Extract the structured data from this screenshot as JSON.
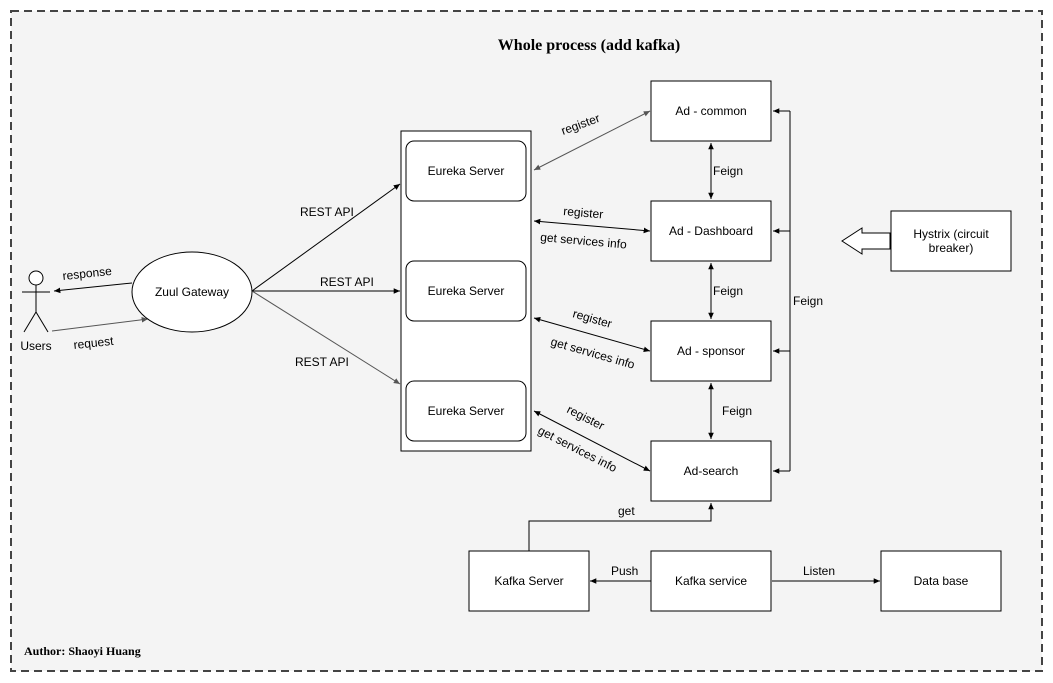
{
  "title": "Whole process (add kafka)",
  "author": "Author: Shaoyi Huang",
  "colors": {
    "background": "#f4f4f4",
    "border": "#444444",
    "stroke": "#000000",
    "gray_stroke": "#666666",
    "node_fill": "#ffffff"
  },
  "nodes": {
    "users": "Users",
    "zuul_gateway": "Zuul Gateway",
    "eureka_server": "Eureka Server",
    "ad_common": "Ad - common",
    "ad_dashboard": "Ad - Dashboard",
    "ad_sponsor": "Ad - sponsor",
    "ad_search": "Ad-search",
    "hystrix": [
      "Hystrix (circuit",
      "breaker)"
    ],
    "kafka_server": "Kafka Server",
    "kafka_service": "Kafka service",
    "data_base": "Data base"
  },
  "edge_labels": {
    "response": "response",
    "request": "request",
    "rest_api": "REST API",
    "register": "register",
    "get_services_info": "get services info",
    "feign": "Feign",
    "get": "get",
    "push": "Push",
    "listen": "Listen"
  }
}
